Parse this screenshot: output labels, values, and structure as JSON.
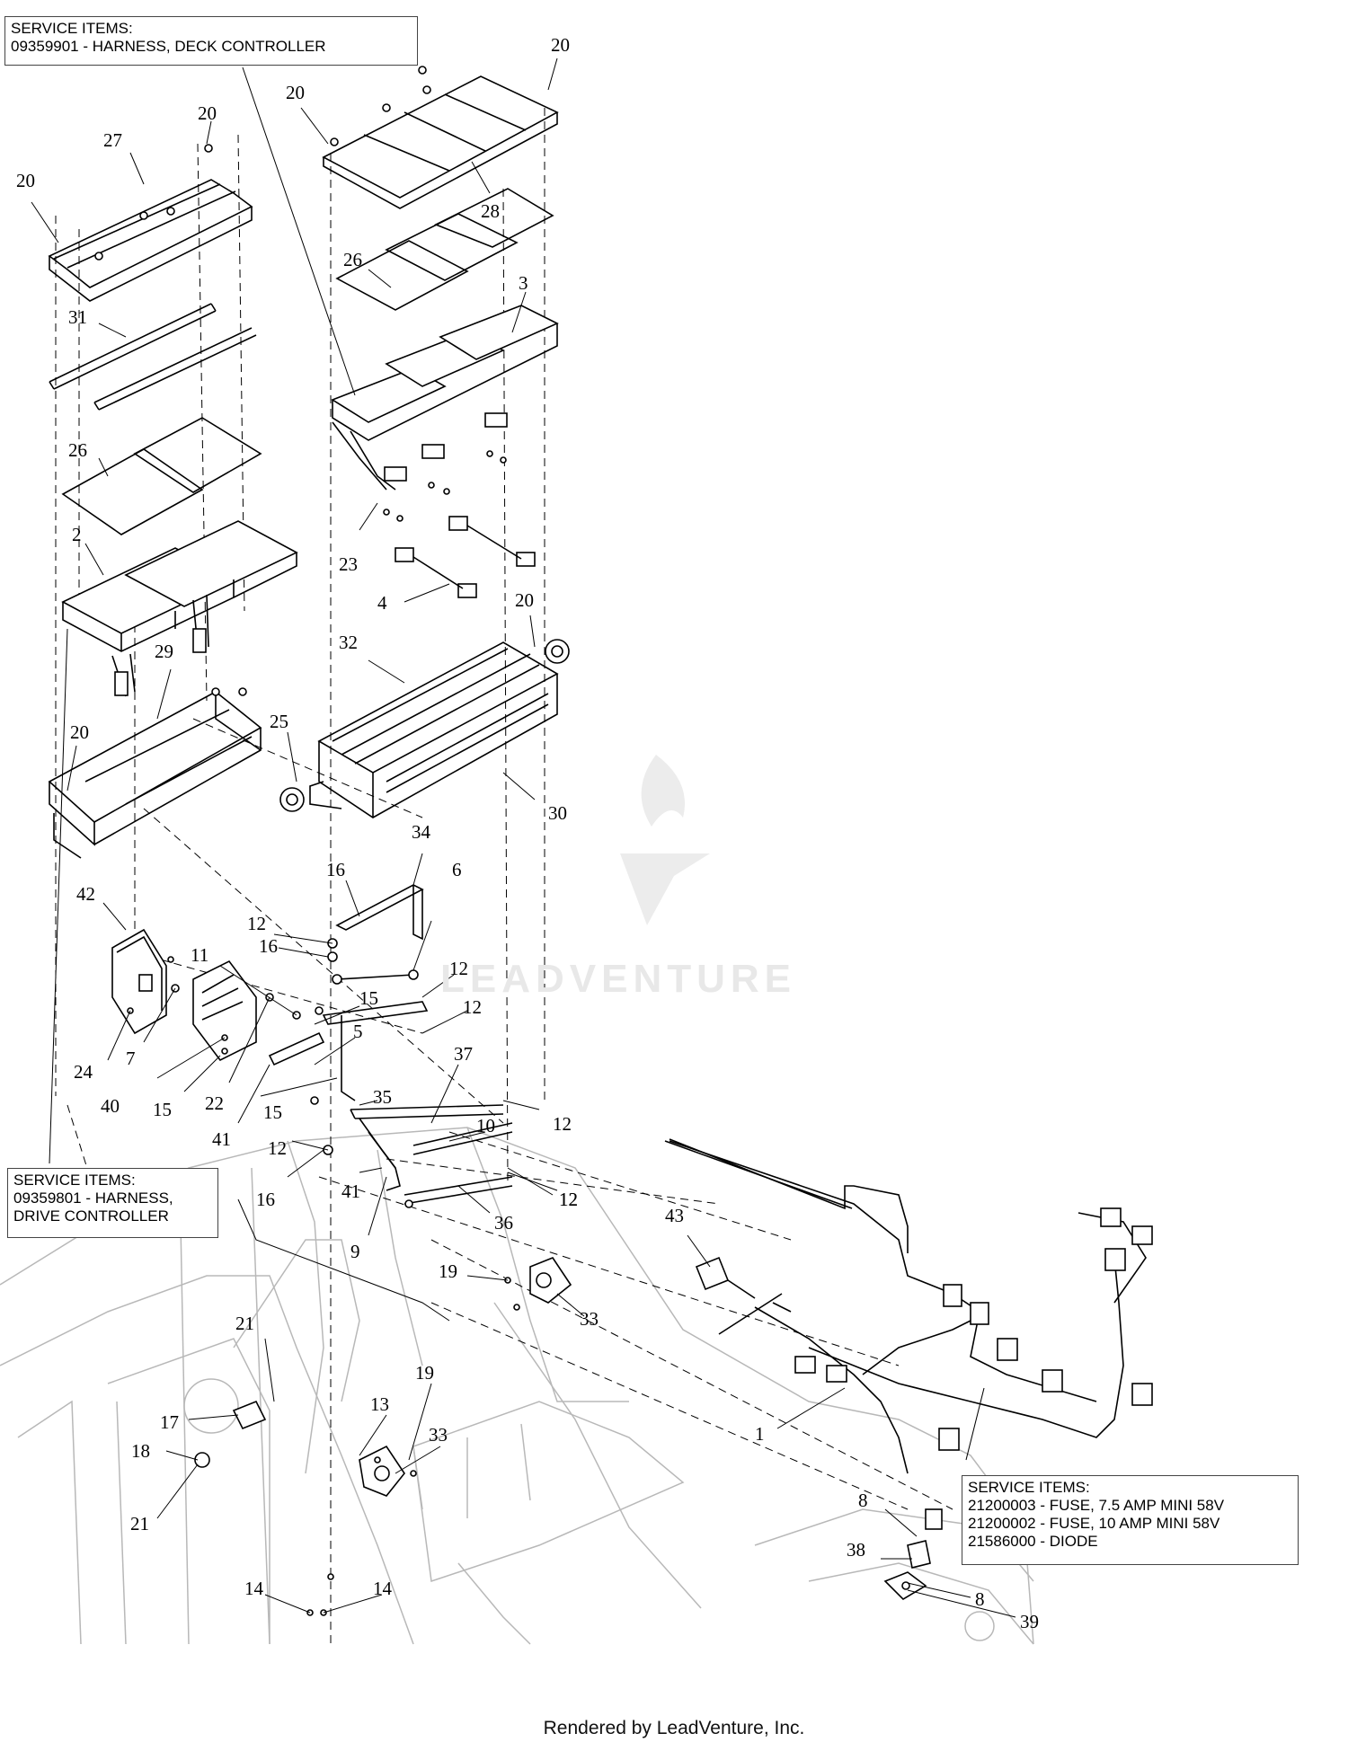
{
  "service_boxes": {
    "deck": {
      "title": "SERVICE ITEMS:",
      "lines": [
        "09359901 - HARNESS, DECK CONTROLLER"
      ]
    },
    "drive": {
      "title": "SERVICE ITEMS:",
      "lines": [
        "09359801 - HARNESS,",
        "DRIVE CONTROLLER"
      ]
    },
    "fuse": {
      "title": "SERVICE ITEMS:",
      "lines": [
        "21200003 - FUSE, 7.5 AMP MINI 58V",
        "21200002 - FUSE, 10 AMP MINI 58V",
        "21586000 - DIODE"
      ]
    }
  },
  "watermark": "LEADVENTURE",
  "footer": "Rendered by LeadVenture, Inc.",
  "callouts": [
    "20",
    "27",
    "20",
    "20",
    "20",
    "28",
    "31",
    "26",
    "3",
    "26",
    "2",
    "23",
    "4",
    "20",
    "29",
    "32",
    "25",
    "20",
    "30",
    "34",
    "16",
    "6",
    "42",
    "12",
    "16",
    "11",
    "12",
    "15",
    "12",
    "5",
    "37",
    "24",
    "7",
    "40",
    "15",
    "22",
    "15",
    "35",
    "41",
    "12",
    "10",
    "12",
    "12",
    "16",
    "41",
    "36",
    "12",
    "9",
    "43",
    "19",
    "33",
    "21",
    "1",
    "19",
    "17",
    "13",
    "33",
    "18",
    "8",
    "21",
    "38",
    "14",
    "14",
    "8",
    "39"
  ]
}
